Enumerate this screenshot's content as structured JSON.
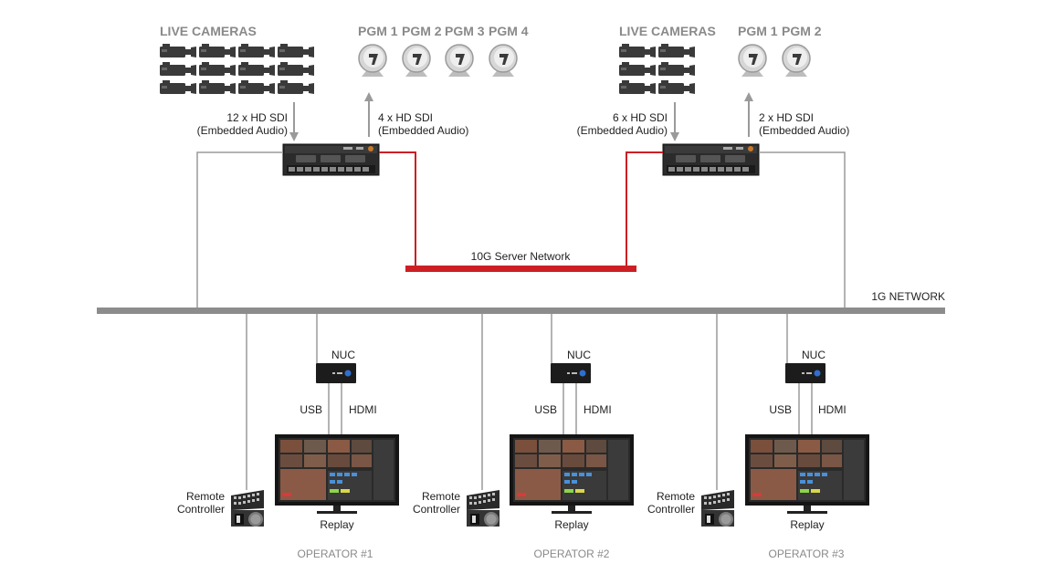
{
  "left_site": {
    "cameras_label": "LIVE CAMERAS",
    "pgm_labels": [
      "PGM 1",
      "PGM 2",
      "PGM 3",
      "PGM 4"
    ],
    "input_label_line1": "12 x HD SDI",
    "input_label_line2": "(Embedded Audio)",
    "output_label_line1": "4 x HD SDI",
    "output_label_line2": "(Embedded Audio)"
  },
  "right_site": {
    "cameras_label": "LIVE CAMERAS",
    "pgm_labels": [
      "PGM 1",
      "PGM 2"
    ],
    "input_label_line1": "6 x HD SDI",
    "input_label_line2": "(Embedded Audio)",
    "output_label_line1": "2 x HD SDI",
    "output_label_line2": "(Embedded Audio)"
  },
  "networks": {
    "server_network_label": "10G Server Network",
    "lan_label": "1G NETWORK"
  },
  "operators": [
    {
      "name": "OPERATOR #1",
      "nuc_label": "NUC",
      "usb_label": "USB",
      "hdmi_label": "HDMI",
      "monitor_label": "Replay",
      "controller_line1": "Remote",
      "controller_line2": "Controller"
    },
    {
      "name": "OPERATOR #2",
      "nuc_label": "NUC",
      "usb_label": "USB",
      "hdmi_label": "HDMI",
      "monitor_label": "Replay",
      "controller_line1": "Remote",
      "controller_line2": "Controller"
    },
    {
      "name": "OPERATOR #3",
      "nuc_label": "NUC",
      "usb_label": "USB",
      "hdmi_label": "HDMI",
      "monitor_label": "Replay",
      "controller_line1": "Remote",
      "controller_line2": "Controller"
    }
  ],
  "colors": {
    "server_network": "#cc1f24",
    "lan": "#8c8c8c",
    "link": "#8c8c8c",
    "header_text": "#8a8a8a"
  }
}
